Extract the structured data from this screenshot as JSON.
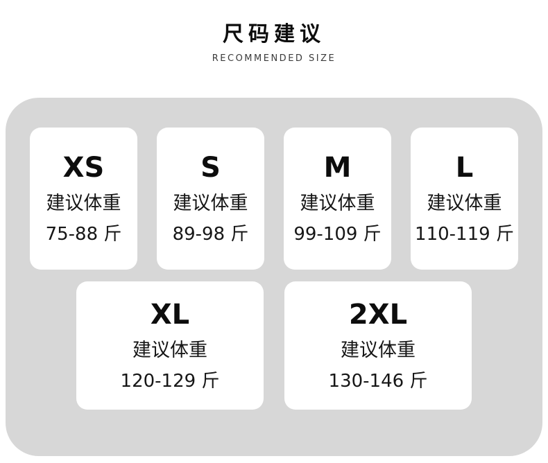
{
  "page": {
    "title": "尺码建议",
    "subtitle": "RECOMMENDED SIZE"
  },
  "cards": [
    {
      "size": "XS",
      "label": "建议体重",
      "range": "75-88 斤"
    },
    {
      "size": "S",
      "label": "建议体重",
      "range": "89-98 斤"
    },
    {
      "size": "M",
      "label": "建议体重",
      "range": "99-109 斤"
    },
    {
      "size": "L",
      "label": "建议体重",
      "range": "110-119 斤"
    },
    {
      "size": "XL",
      "label": "建议体重",
      "range": "120-129 斤"
    },
    {
      "size": "2XL",
      "label": "建议体重",
      "range": "130-146 斤"
    }
  ]
}
